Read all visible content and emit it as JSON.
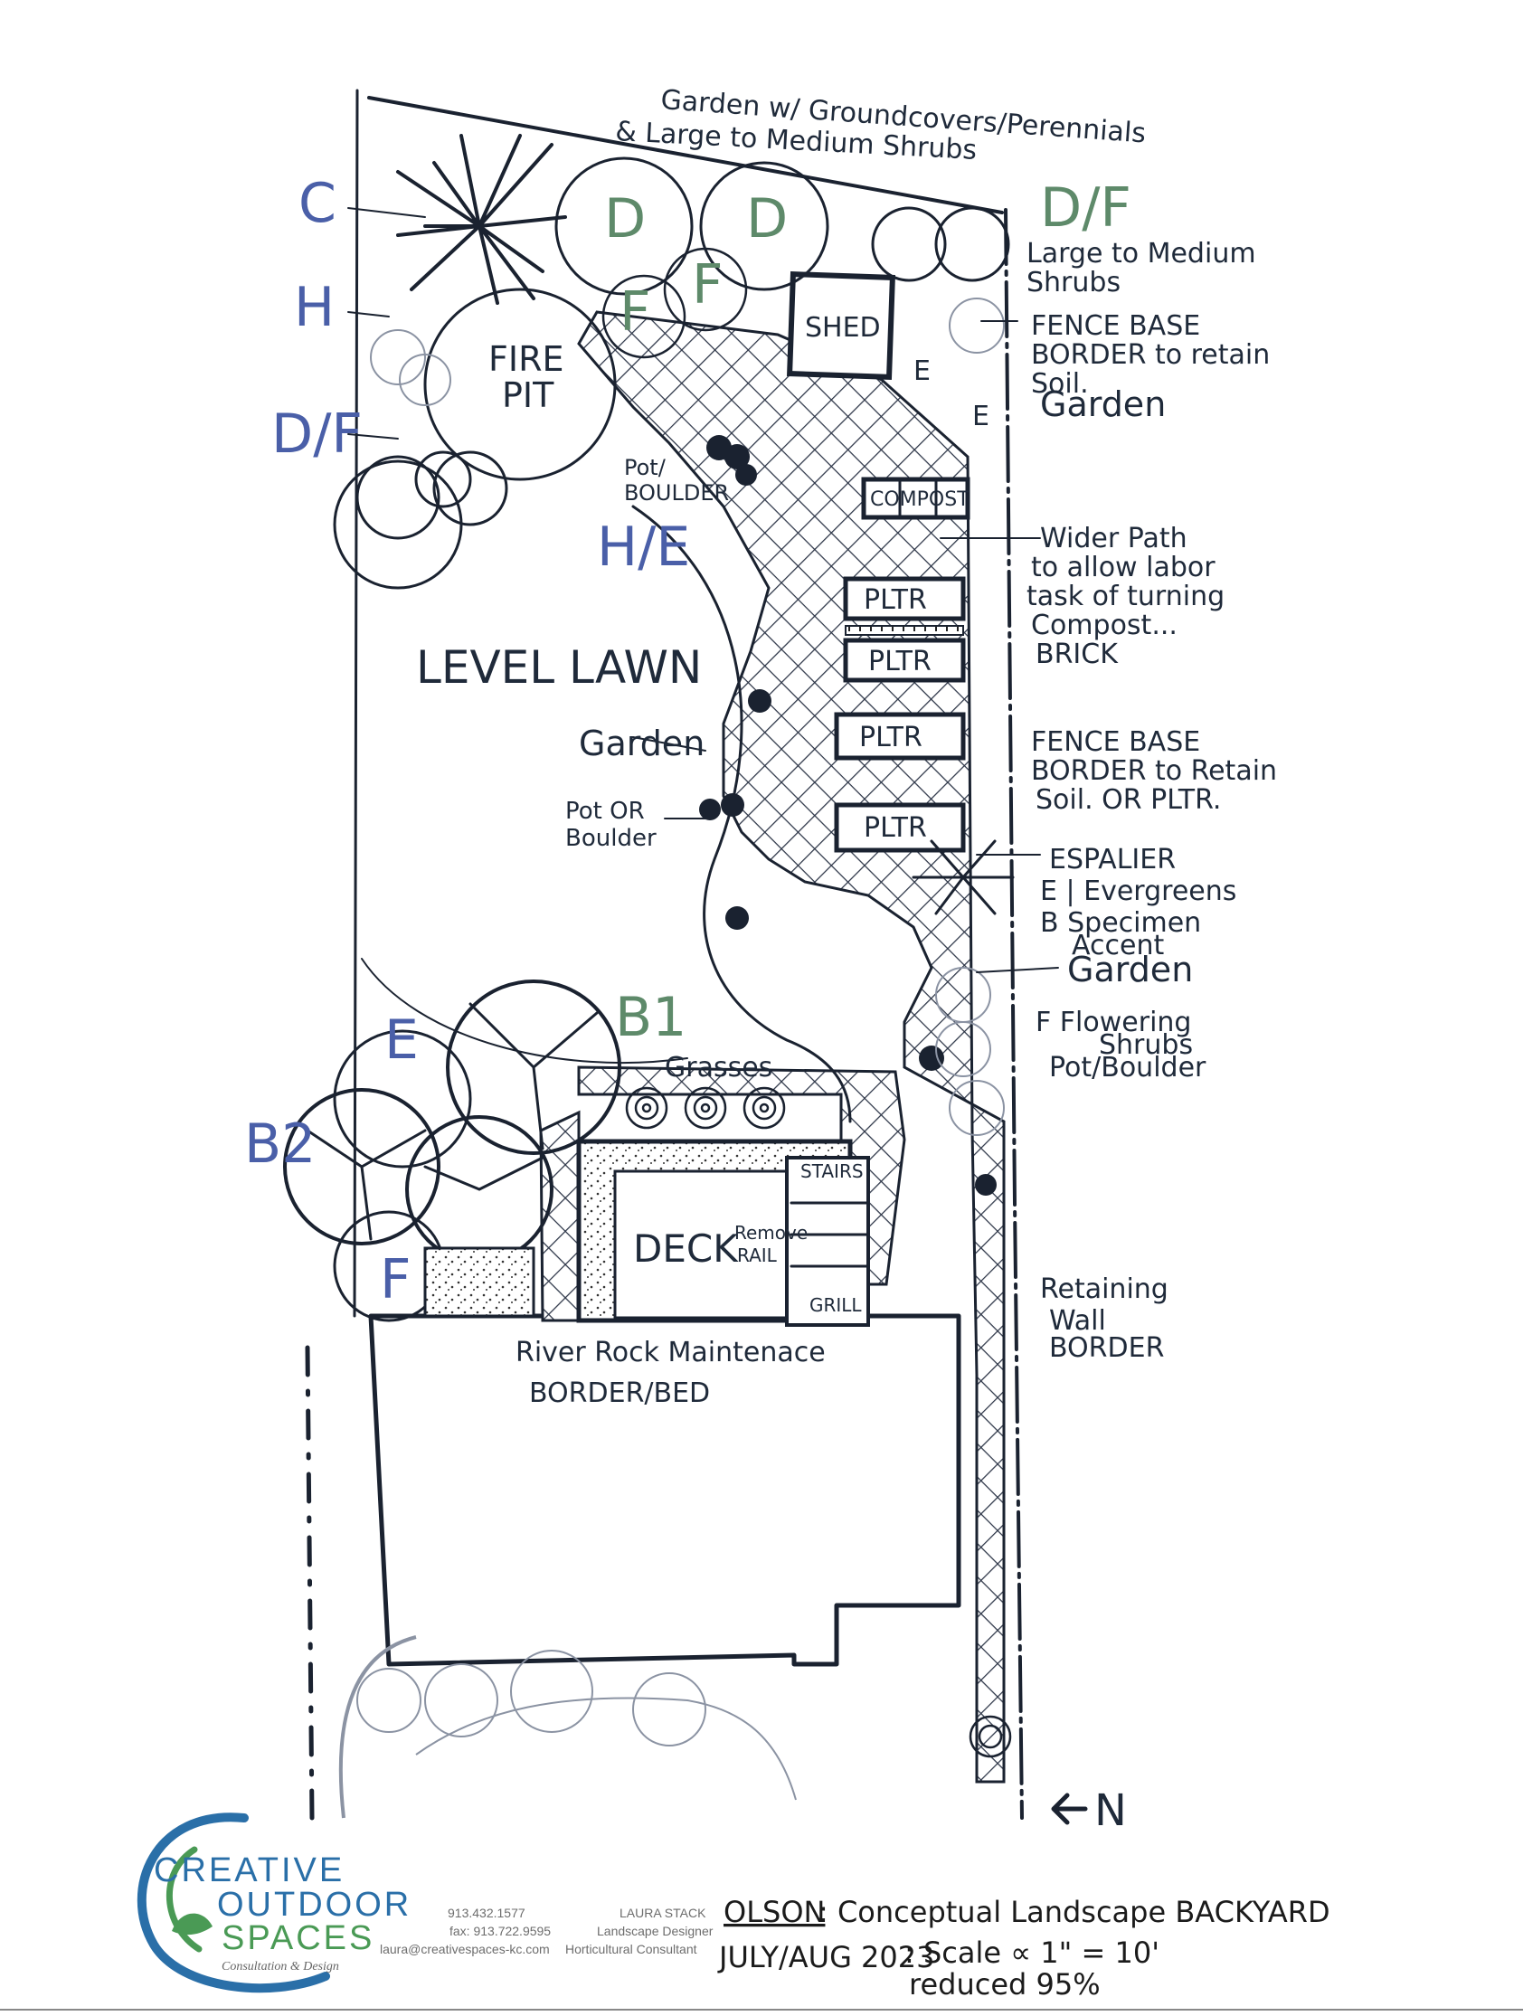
{
  "labels": {
    "top_garden_1": "Garden w/ Groundcovers/Perennials",
    "top_garden_2": "& Large to Medium Shrubs",
    "df_right": "D/F",
    "large_medium_1": "Large to Medium",
    "large_medium_2": "Shrubs",
    "fence_base_1": "FENCE BASE",
    "fence_base_2": "BORDER to retain",
    "fence_base_3": "Soil.",
    "garden_top_right": "Garden",
    "wider_path_1": "Wider Path",
    "wider_path_2": "to allow labor",
    "wider_path_3": "task of turning",
    "wider_path_4": "Compost...",
    "wider_path_5": "BRICK",
    "fence_base2_1": "FENCE BASE",
    "fence_base2_2": "BORDER to Retain",
    "fence_base2_3": "Soil. OR PLTR.",
    "espalier": "ESPALIER",
    "evergreens": "E | Evergreens",
    "specimen_1": "B Specimen",
    "specimen_2": "Accent",
    "garden_right_mid": "Garden",
    "flowering_1": "F Flowering",
    "flowering_2": "Shrubs",
    "flowering_3": "Pot/Boulder",
    "retaining_1": "Retaining",
    "retaining_2": "Wall",
    "retaining_3": "BORDER",
    "fire_pit_1": "FIRE",
    "fire_pit_2": "PIT",
    "shed": "SHED",
    "compost": "COMPOST",
    "pltr": "PLTR",
    "pot_boulder_1": "Pot/",
    "pot_boulder_2": "BOULDER",
    "level_lawn": "LEVEL LAWN",
    "garden_mid": "Garden",
    "pot_or_boulder_1": "Pot OR",
    "pot_or_boulder_2": "Boulder",
    "grasses": "Grasses",
    "deck": "DECK",
    "remove_rail_1": "Remove",
    "remove_rail_2": "RAIL",
    "stairs": "STAIRS",
    "grill": "GRILL",
    "river_rock_1": "River Rock Maintenace",
    "river_rock_2": "BORDER/BED",
    "north": "N"
  },
  "plant_keys": {
    "c": "C",
    "h": "H",
    "df_left": "D/F",
    "he": "H/E",
    "d1": "D",
    "d2": "D",
    "f1": "F",
    "f2": "F",
    "b1": "B1",
    "b2": "B2",
    "e_left": "E",
    "f_left": "F",
    "e_small_1": "E",
    "e_small_2": "E"
  },
  "title_block": {
    "client": "OLSON",
    "title": ": Conceptual Landscape BACKYARD",
    "date": "JULY/AUG 2023",
    "scale": ": Scale ∝ 1\" = 10'",
    "reduced": "reduced 95%"
  },
  "company": {
    "name_line1": "CREATIVE",
    "name_line2": "OUTDOOR",
    "name_line3": "SPACES",
    "tagline": "Consultation & Design",
    "phone": "913.432.1577",
    "fax": "fax: 913.722.9595",
    "email": "laura@creativespaces-kc.com",
    "designer_name": "LAURA STACK",
    "designer_title1": "Landscape Designer",
    "designer_title2": "Horticultural Consultant"
  },
  "colors": {
    "ink": "#1a2230",
    "key_blue": "#4a5fa8",
    "logo_blue": "#2a6fa8",
    "logo_green": "#4a9a55"
  }
}
